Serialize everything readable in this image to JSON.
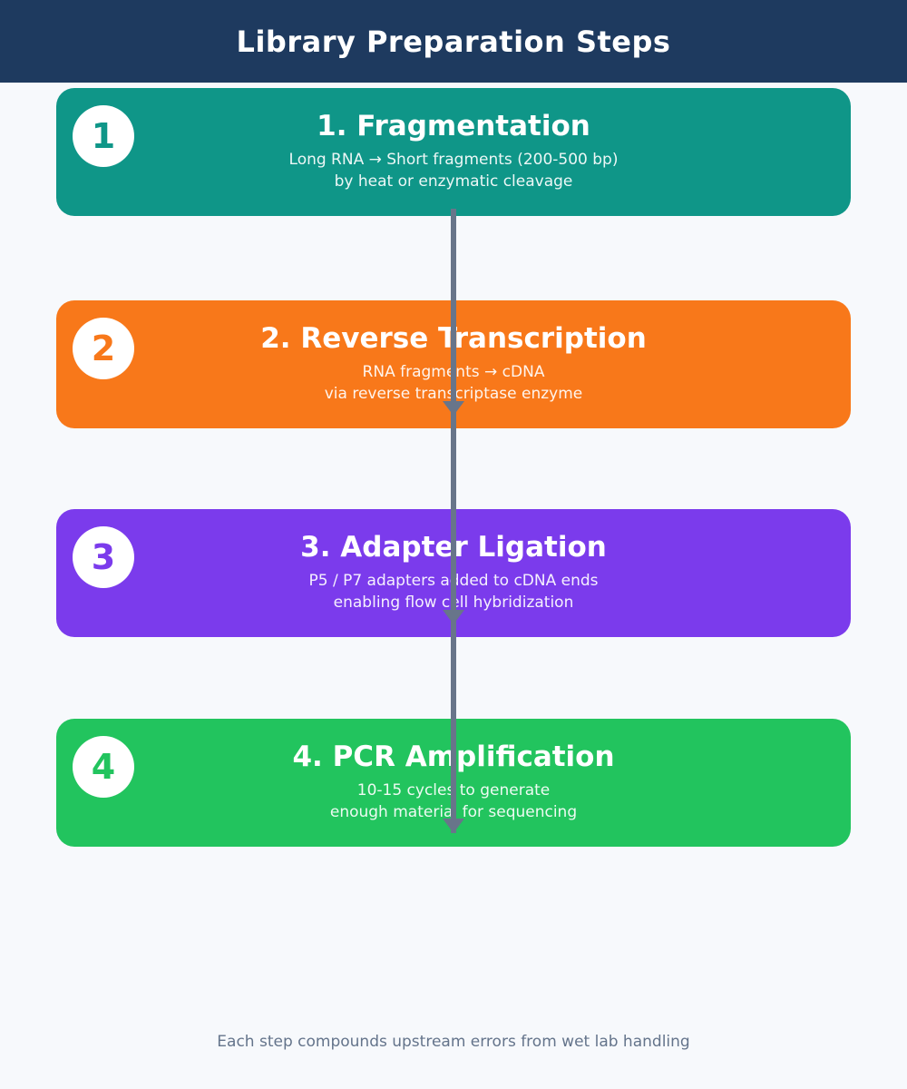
{
  "header": {
    "title": "Library Preparation Steps"
  },
  "steps": [
    {
      "number": "1",
      "title": "1. Fragmentation",
      "desc_line1": "Long RNA → Short fragments (200-500 bp)",
      "desc_line2": "by heat or enzymatic cleavage",
      "color": "#0f9688"
    },
    {
      "number": "2",
      "title": "2. Reverse Transcription",
      "desc_line1": "RNA fragments → cDNA",
      "desc_line2": "via reverse transcriptase enzyme",
      "color": "#f8781a"
    },
    {
      "number": "3",
      "title": "3. Adapter Ligation",
      "desc_line1": "P5 / P7 adapters added to cDNA ends",
      "desc_line2": "enabling flow cell hybridization",
      "color": "#7b3bec"
    },
    {
      "number": "4",
      "title": "4. PCR Amplification",
      "desc_line1": "10-15 cycles to generate",
      "desc_line2": "enough material for sequencing",
      "color": "#22c45e"
    }
  ],
  "footer": {
    "note": "Each step compounds upstream errors from wet lab handling"
  },
  "colors": {
    "header_bg": "#1e3a5f",
    "background": "#f7f9fc",
    "arrow": "#68758a",
    "footer_text": "#64748b"
  }
}
